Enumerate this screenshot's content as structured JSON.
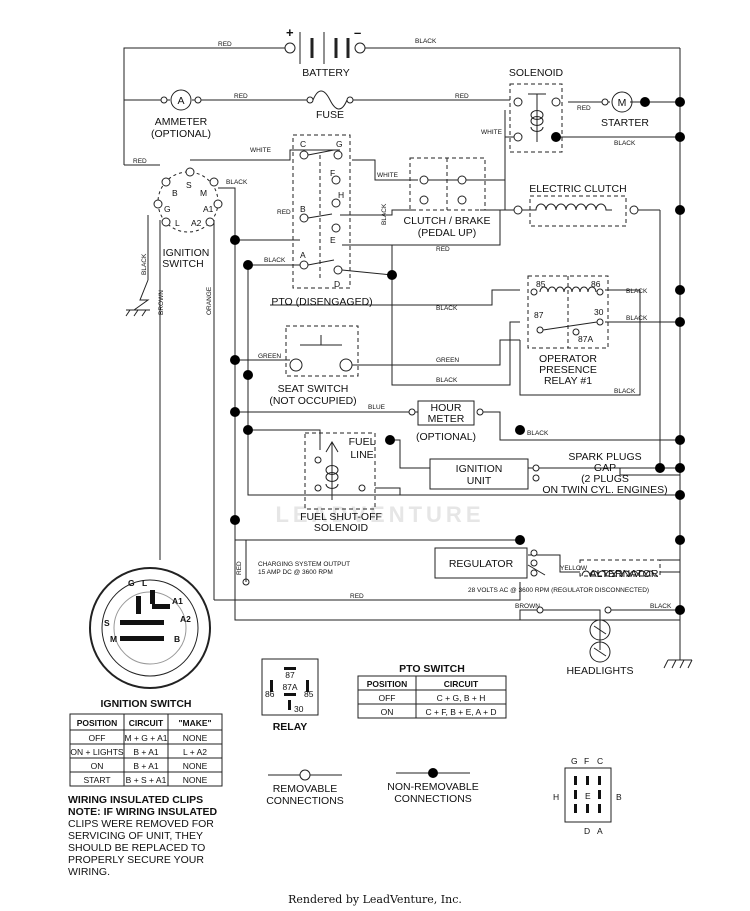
{
  "components": {
    "battery": "BATTERY",
    "battery_plus": "+",
    "battery_minus": "–",
    "ammeter_symbol": "A",
    "ammeter": "AMMETER",
    "ammeter_optional": "(OPTIONAL)",
    "fuse": "FUSE",
    "solenoid": "SOLENOID",
    "starter_symbol": "M",
    "starter": "STARTER",
    "electric_clutch": "ELECTRIC CLUTCH",
    "clutch_brake": "CLUTCH / BRAKE",
    "clutch_brake_sub": "(PEDAL UP)",
    "ignition_switch_1": "IGNITION",
    "ignition_switch_2": "SWITCH",
    "pto_disengaged": "PTO (DISENGAGED)",
    "seat_switch": "SEAT SWITCH",
    "seat_switch_sub": "(NOT OCCUPIED)",
    "operator_presence_1": "OPERATOR",
    "operator_presence_2": "PRESENCE",
    "operator_presence_3": "RELAY #1",
    "hour_meter_1": "HOUR",
    "hour_meter_2": "METER",
    "hour_meter_optional": "(OPTIONAL)",
    "fuel_line_1": "FUEL",
    "fuel_line_2": "LINE",
    "fuel_solenoid_1": "FUEL SHUT-OFF",
    "fuel_solenoid_2": "SOLENOID",
    "ignition_unit_1": "IGNITION",
    "ignition_unit_2": "UNIT",
    "spark_1": "SPARK PLUGS",
    "spark_2": "GAP",
    "spark_3": "(2 PLUGS",
    "spark_4": "ON TWIN CYL. ENGINES)",
    "regulator": "REGULATOR",
    "alternator": "ALTERNATOR",
    "headlights": "HEADLIGHTS",
    "charging_1": "CHARGING SYSTEM OUTPUT",
    "charging_2": "15 AMP DC @ 3600 RPM",
    "alternator_note": "28 VOLTS AC @ 3600 RPM (REGULATOR DISCONNECTED)"
  },
  "terminals": {
    "switch": {
      "s": "S",
      "b": "B",
      "m": "M",
      "g": "G",
      "l": "L",
      "a1": "A1",
      "a2": "A2"
    },
    "pto": {
      "c": "C",
      "g": "G",
      "f": "F",
      "h": "H",
      "b": "B",
      "e": "E",
      "a": "A",
      "d": "D"
    },
    "relay": {
      "t85": "85",
      "t86": "86",
      "t87": "87",
      "t30": "30",
      "t87a": "87A"
    }
  },
  "wire_labels": {
    "red": "RED",
    "black": "BLACK",
    "white": "WHITE",
    "green": "GREEN",
    "blue": "BLUE",
    "brown": "BROWN",
    "orange": "ORANGE",
    "yellow": "YELLOW"
  },
  "ignition_table": {
    "title": "IGNITION SWITCH",
    "headers": [
      "POSITION",
      "CIRCUIT",
      "\"MAKE\""
    ],
    "rows": [
      [
        "OFF",
        "M + G + A1",
        "NONE"
      ],
      [
        "ON + LIGHTS",
        "B + A1",
        "L + A2"
      ],
      [
        "ON",
        "B + A1",
        "NONE"
      ],
      [
        "START",
        "B + S + A1",
        "NONE"
      ]
    ]
  },
  "relay_legend": {
    "title": "RELAY",
    "t87": "87",
    "t87a": "87A",
    "t86": "86",
    "t85": "85",
    "t30": "30"
  },
  "pto_table": {
    "title": "PTO SWITCH",
    "headers": [
      "POSITION",
      "CIRCUIT"
    ],
    "rows": [
      [
        "OFF",
        "C + G, B + H"
      ],
      [
        "ON",
        "C + F, B + E, A + D"
      ]
    ]
  },
  "legend": {
    "removable_1": "REMOVABLE",
    "removable_2": "CONNECTIONS",
    "nonremovable_1": "NON-REMOVABLE",
    "nonremovable_2": "CONNECTIONS"
  },
  "pto_plug": {
    "g": "G",
    "f": "F",
    "c": "C",
    "h": "H",
    "e": "E",
    "b": "B",
    "d": "D",
    "a": "A"
  },
  "clips_note": {
    "title": "WIRING INSULATED CLIPS",
    "lines": [
      "NOTE: IF WIRING INSULATED",
      "CLIPS WERE REMOVED FOR",
      "SERVICING OF UNIT, THEY",
      "SHOULD BE REPLACED TO",
      "PROPERLY SECURE YOUR",
      "WIRING."
    ]
  },
  "watermark": "LEADVENTURE",
  "footer": "Rendered by LeadVenture, Inc."
}
